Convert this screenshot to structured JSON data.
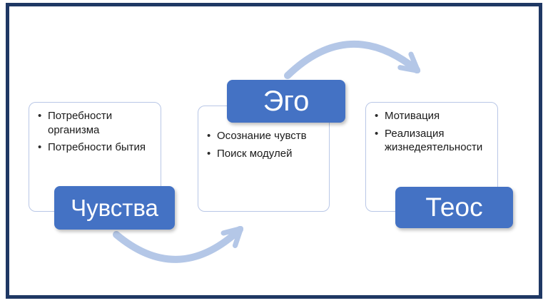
{
  "slide": {
    "accent_color": "#4472c4",
    "arrow_color": "#b4c7e7",
    "border_color": "#1f3864"
  },
  "cards": [
    {
      "label": "Чувства",
      "bullets": [
        "Потребности организма",
        "Потребности бытия"
      ]
    },
    {
      "label": "Эго",
      "bullets": [
        "Осознание чувств",
        "Поиск модулей"
      ]
    },
    {
      "label": "Теос",
      "bullets": [
        "Мотивация",
        "Реализация жизнедеятельности"
      ]
    }
  ]
}
